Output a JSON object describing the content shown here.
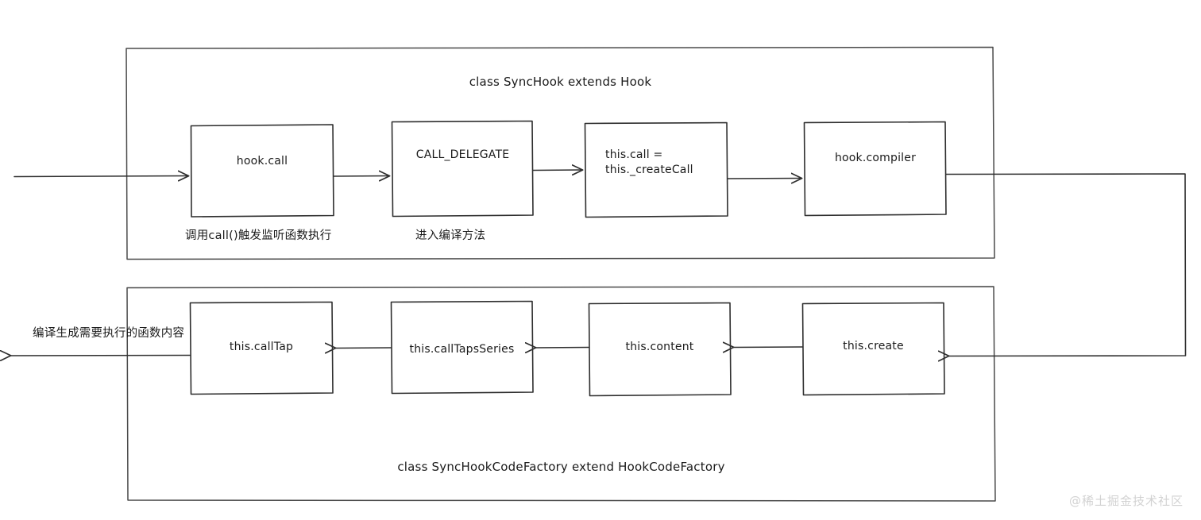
{
  "diagram": {
    "title_top": "class SyncHook extends Hook",
    "title_bottom": "class SyncHookCodeFactory extend HookCodeFactory",
    "watermark": "@稀土掘金技术社区",
    "top_row": {
      "boxes": [
        {
          "id": "hook-call",
          "label": "hook.call",
          "note": "调用call()触发监听函数执行"
        },
        {
          "id": "call-delegate",
          "label": "CALL_DELEGATE",
          "note": "进入编译方法"
        },
        {
          "id": "this-call-createcall",
          "label_line1": "this.call =",
          "label_line2": "this._createCall",
          "note": ""
        },
        {
          "id": "hook-compiler",
          "label": "hook.compiler",
          "note": ""
        }
      ]
    },
    "bottom_row": {
      "boxes": [
        {
          "id": "this-calltap",
          "label": "this.callTap",
          "note": "编译生成需要执行的函数内容"
        },
        {
          "id": "this-calltapsseries",
          "label": "this.callTapsSeries",
          "note": ""
        },
        {
          "id": "this-content",
          "label": "this.content",
          "note": ""
        },
        {
          "id": "this-create",
          "label": "this.create",
          "note": ""
        }
      ]
    },
    "colors": {
      "stroke": "#3a3a3a",
      "text": "#1a1a1a",
      "background": "#ffffff",
      "watermark": "#d2d2d2"
    }
  }
}
